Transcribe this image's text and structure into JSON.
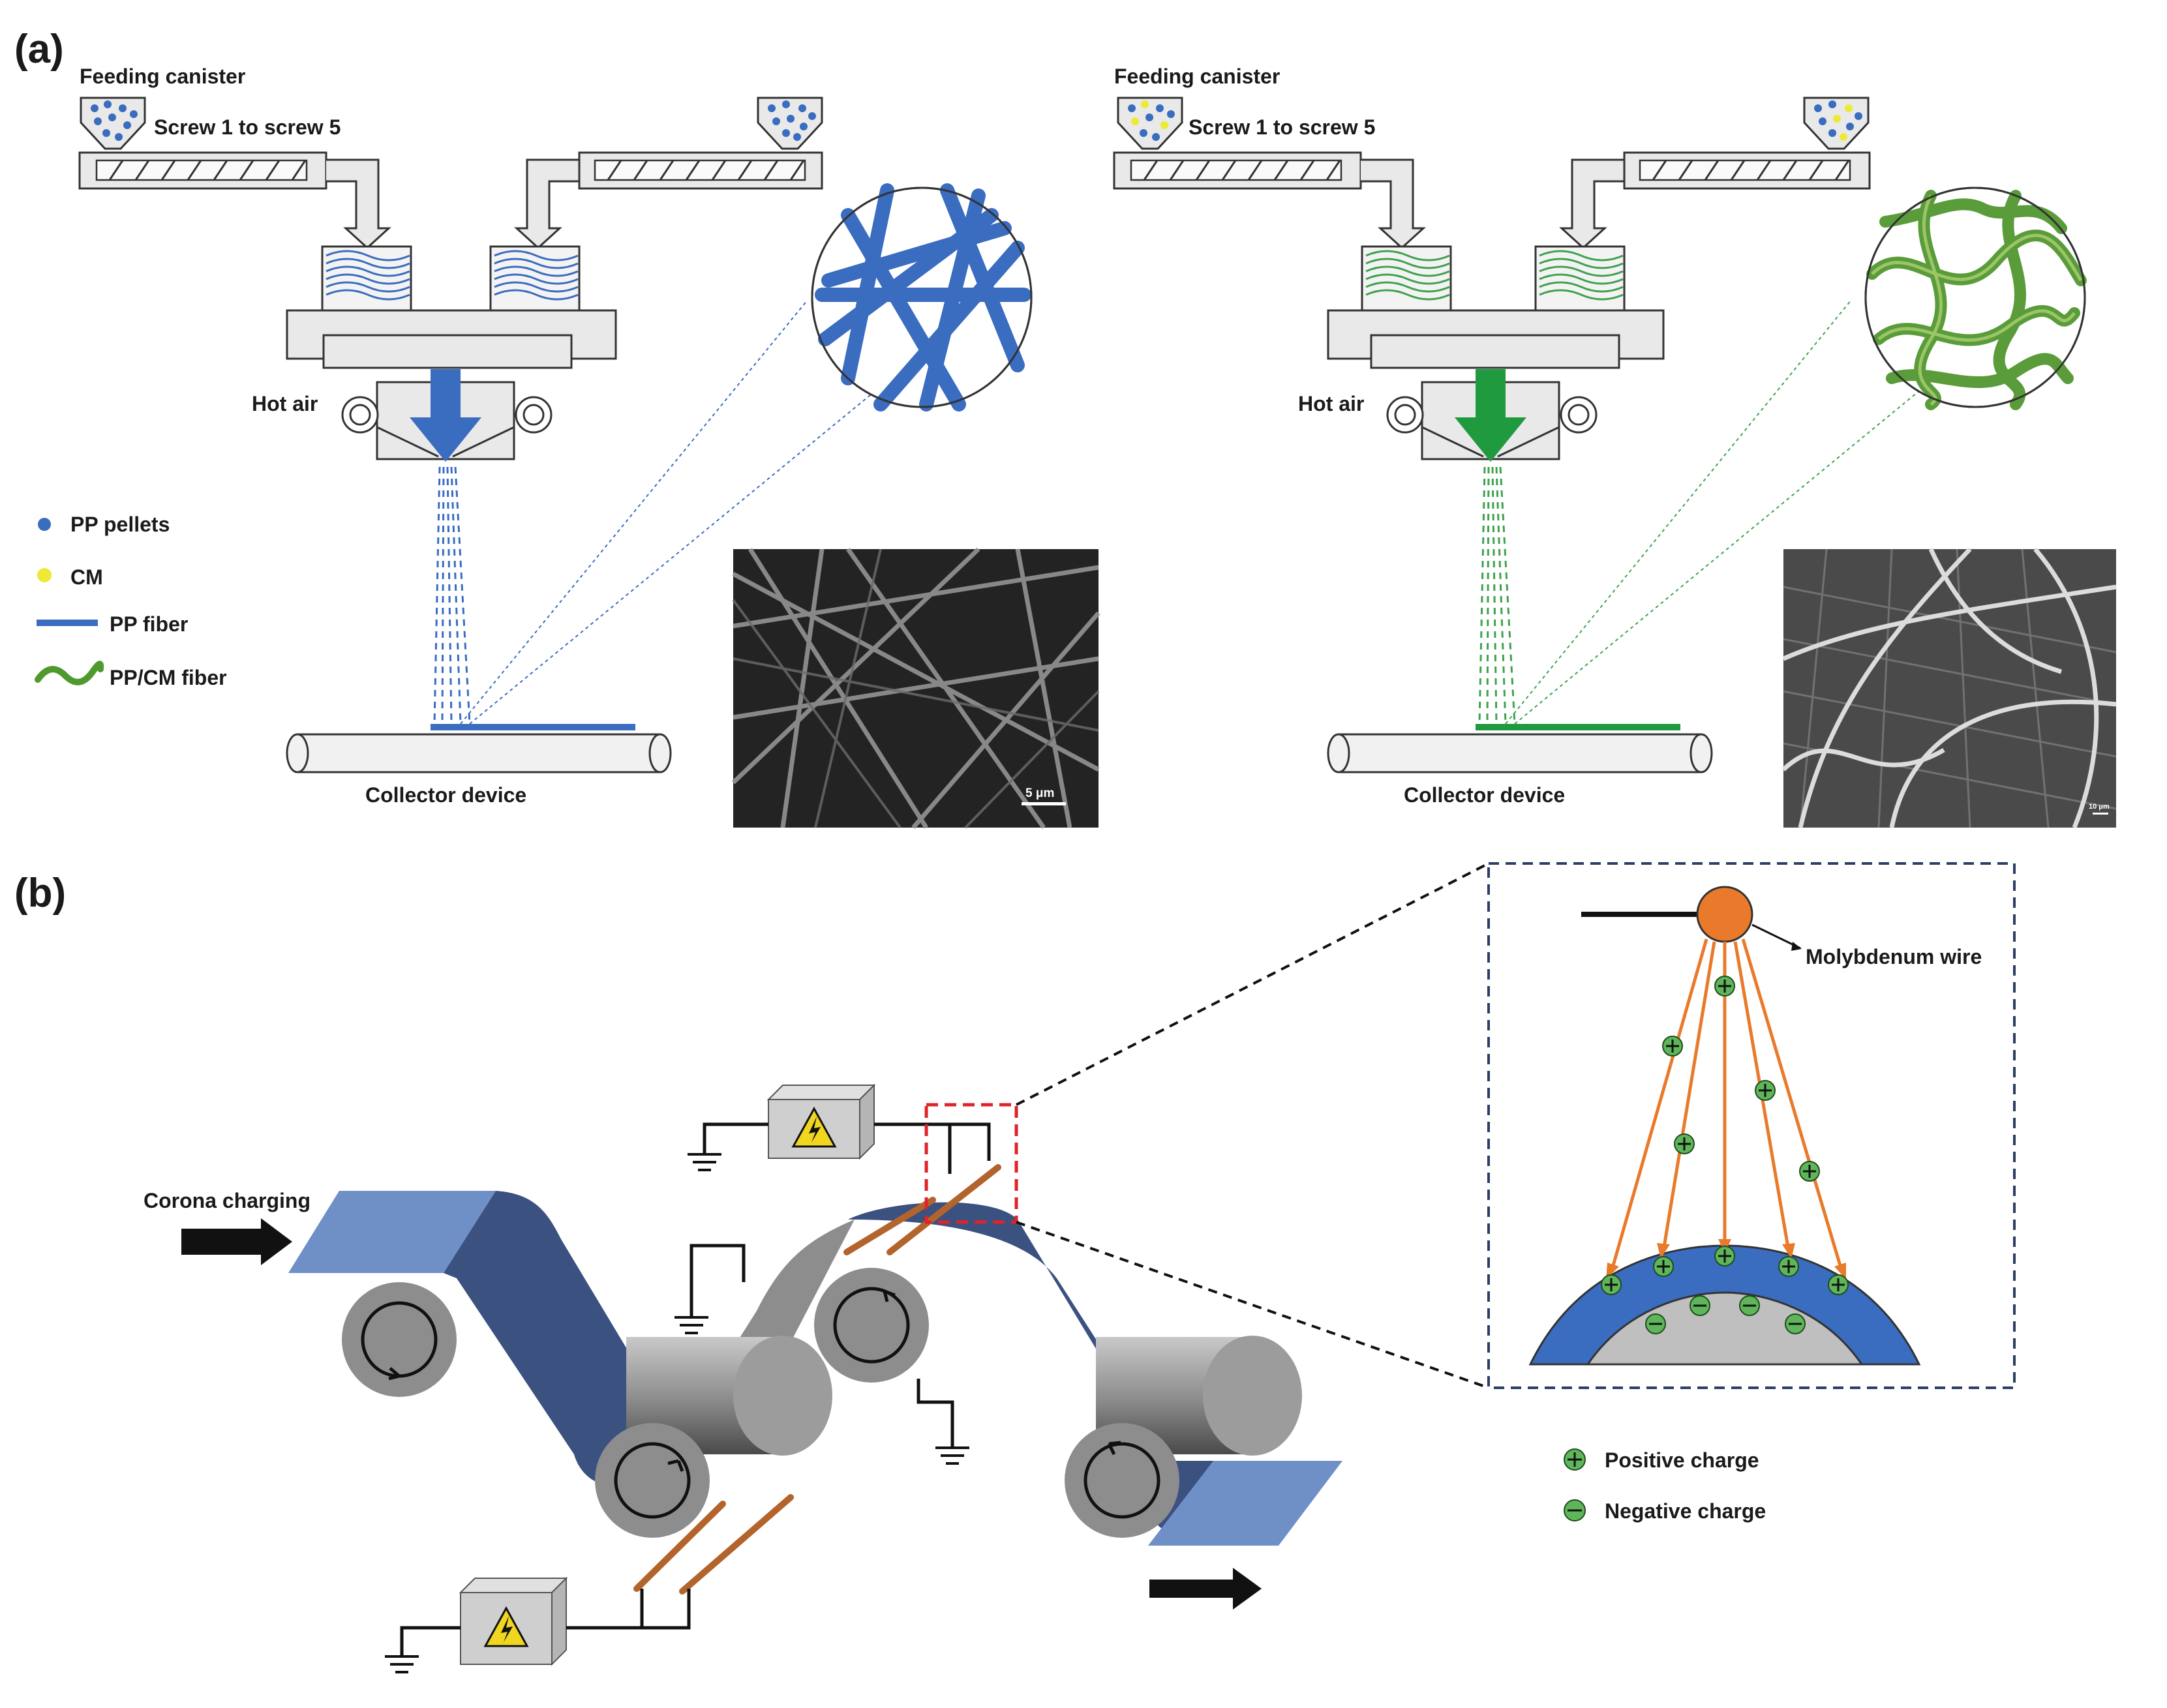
{
  "panel_a": {
    "label": "(a)",
    "left": {
      "feeding_canister": "Feeding canister",
      "screw": "Screw 1 to screw 5",
      "hot_air": "Hot air",
      "collector": "Collector device",
      "scale_bar": "5 μm"
    },
    "right": {
      "feeding_canister": "Feeding canister",
      "screw": "Screw 1 to screw 5",
      "hot_air": "Hot air",
      "collector": "Collector device",
      "scale_bar": "10 μm"
    },
    "legend": {
      "pp_pellets": "PP pellets",
      "cm": "CM",
      "pp_fiber": "PP fiber",
      "pp_cm_fiber": "PP/CM fiber"
    }
  },
  "panel_b": {
    "label": "(b)",
    "corona_charging": "Corona charging",
    "molybdenum_wire": "Molybdenum wire",
    "legend": {
      "positive_charge": "Positive charge",
      "negative_charge": "Negative charge"
    }
  },
  "colors": {
    "pp_blue": "#3a6cc0",
    "cm_yellow": "#ecea35",
    "pp_cm_green": "#3fa24d",
    "film_dark": "#3b5180",
    "film_light": "#6f8fc7",
    "wire_orange": "#e97a2b",
    "charge_green": "#5fb55a"
  }
}
